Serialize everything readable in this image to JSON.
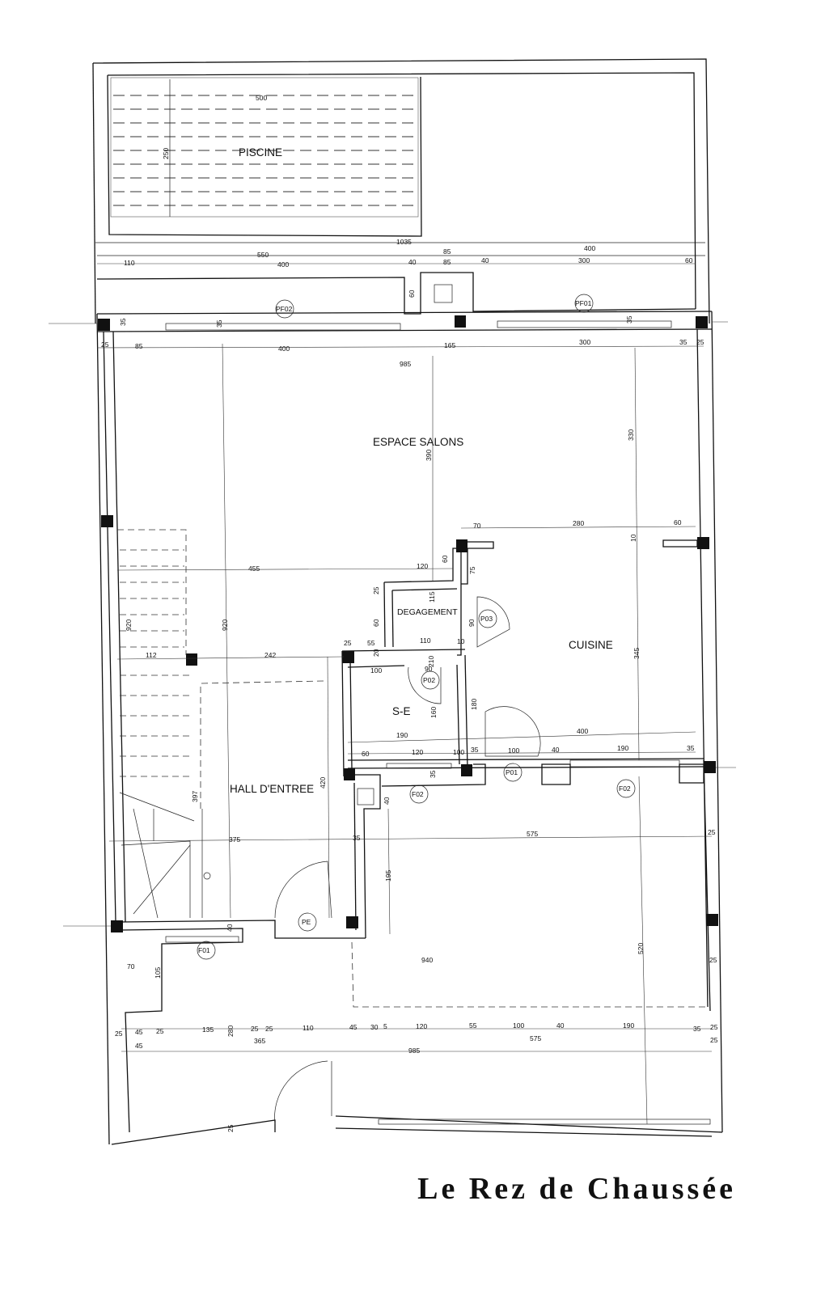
{
  "title": "Le Rez de Chaussée",
  "rooms": {
    "piscine": "PISCINE",
    "salons": "ESPACE SALONS",
    "cuisine": "CUISINE",
    "degagement": "DEGAGEMENT",
    "se": "S-E",
    "hall": "HALL D'ENTREE"
  },
  "tags": {
    "pf02": "PF02",
    "pf01": "PF01",
    "p03": "P03",
    "p02": "P02",
    "p01": "P01",
    "f02a": "F02",
    "f02b": "F02",
    "pe": "PE",
    "f01": "F01"
  },
  "dims": {
    "d500": "500",
    "d250": "250",
    "d1035": "1035",
    "d85a": "85",
    "d85b": "85",
    "d400top": "400",
    "d110": "110",
    "d550": "550",
    "d400a": "400",
    "d40a": "40",
    "d40b": "40",
    "d300a": "300",
    "d60a": "60",
    "d60b": "60",
    "d35a": "35",
    "d35b": "35",
    "d35c": "35",
    "d25a": "25",
    "d85c": "85",
    "d400b": "400",
    "d165": "165",
    "d300b": "300",
    "d35d": "35",
    "d25b": "25",
    "d985a": "985",
    "d330": "330",
    "d390": "390",
    "d70a": "70",
    "d280": "280",
    "d60c": "60",
    "d10a": "10",
    "d455": "455",
    "d120a": "120",
    "d60d": "60",
    "d75": "75",
    "d25c": "25",
    "d115": "115",
    "d60e": "60",
    "d920a": "920",
    "d920b": "920",
    "d25d": "25",
    "d55a": "55",
    "d20": "20",
    "d110b": "110",
    "d10b": "10",
    "d90a": "90",
    "d112": "112",
    "d242": "242",
    "d100a": "100",
    "d90b": "90",
    "d210": "210",
    "d345": "345",
    "d160": "160",
    "d180": "180",
    "d190a": "190",
    "d400c": "400",
    "d60f": "60",
    "d120b": "120",
    "d100b": "100",
    "d35e": "35",
    "d100c": "100",
    "d40c": "40",
    "d190b": "190",
    "d35f": "35",
    "d420": "420",
    "d397": "397",
    "d35g": "35",
    "d40d": "40",
    "d575a": "575",
    "d25e": "25",
    "d375": "375",
    "d195": "195",
    "d35h": "35",
    "d40e": "40",
    "d520": "520",
    "d940": "940",
    "d70b": "70",
    "d105": "105",
    "d25f": "25",
    "d25g": "25",
    "d45a": "45",
    "d25h": "25",
    "d135": "135",
    "d280b": "280",
    "d25i": "25",
    "d25j": "25",
    "d110c": "110",
    "d45b": "45",
    "d30": "30",
    "d5": "5",
    "d120c": "120",
    "d55b": "55",
    "d100d": "100",
    "d40f": "40",
    "d190c": "190",
    "d35i": "35",
    "d25k": "25",
    "d45c": "45",
    "d365": "365",
    "d575b": "575",
    "d25l": "25",
    "d985b": "985",
    "d25m": "25"
  }
}
